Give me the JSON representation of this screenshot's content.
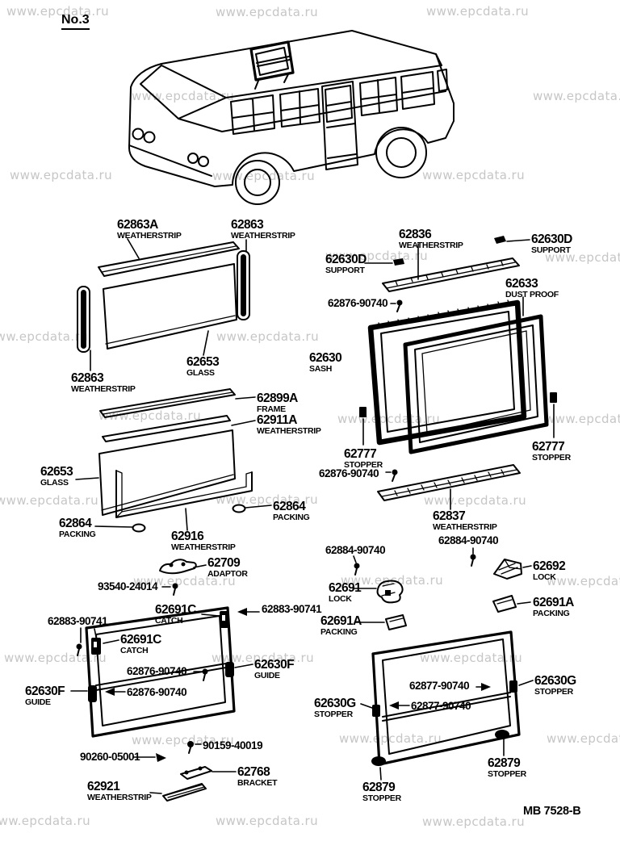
{
  "page": {
    "number": "No.3",
    "figure_code": "MB 7528-B",
    "watermark": "www.epcdata.ru"
  },
  "colors": {
    "background": "#ffffff",
    "line": "#000000",
    "watermark": "#c6c6c6"
  },
  "illustration": {
    "vehicle": "minibus line drawing, three-quarter front-left view, removable roof-mounted side window unit highlighted"
  },
  "parts": {
    "w62863A": {
      "code": "62863A",
      "desc": "WEATHERSTRIP"
    },
    "w62863_top": {
      "code": "62863",
      "desc": "WEATHERSTRIP"
    },
    "g62653_top": {
      "code": "62653",
      "desc": "GLASS"
    },
    "w62863_left": {
      "code": "62863",
      "desc": "WEATHERSTRIP"
    },
    "w62836": {
      "code": "62836",
      "desc": "WEATHERSTRIP"
    },
    "s62630D_right": {
      "code": "62630D",
      "desc": "SUPPORT"
    },
    "s62630D_left": {
      "code": "62630D",
      "desc": "SUPPORT"
    },
    "d62633": {
      "code": "62633",
      "desc": "DUST PROOF"
    },
    "b62876_1": {
      "code": "62876-90740"
    },
    "s62630": {
      "code": "62630",
      "desc": "SASH"
    },
    "st62777_left": {
      "code": "62777",
      "desc": "STOPPER"
    },
    "st62777_right": {
      "code": "62777",
      "desc": "STOPPER"
    },
    "b62876_2": {
      "code": "62876-90740"
    },
    "w62837": {
      "code": "62837",
      "desc": "WEATHERSTRIP"
    },
    "b62884_center": {
      "code": "62884-90740"
    },
    "b62884_left": {
      "code": "62884-90740"
    },
    "f62899A": {
      "code": "62899A",
      "desc": "FRAME"
    },
    "w62911A": {
      "code": "62911A",
      "desc": "WEATHERSTRIP"
    },
    "g62653_mid": {
      "code": "62653",
      "desc": "GLASS"
    },
    "p62864_left": {
      "code": "62864",
      "desc": "PACKING"
    },
    "p62864_right": {
      "code": "62864",
      "desc": "PACKING"
    },
    "w62916": {
      "code": "62916",
      "desc": "WEATHERSTRIP"
    },
    "a62709": {
      "code": "62709",
      "desc": "ADAPTOR"
    },
    "b93540": {
      "code": "93540-24014"
    },
    "l62691": {
      "code": "62691",
      "desc": "LOCK"
    },
    "l62692": {
      "code": "62692",
      "desc": "LOCK"
    },
    "p62691A_right": {
      "code": "62691A",
      "desc": "PACKING"
    },
    "p62691A_left": {
      "code": "62691A",
      "desc": "PACKING"
    },
    "c62691C_top": {
      "code": "62691C",
      "desc": "CATCH"
    },
    "b62883_right": {
      "code": "62883-90741"
    },
    "b62883_left": {
      "code": "62883-90741"
    },
    "c62691C_mid": {
      "code": "62691C",
      "desc": "CATCH"
    },
    "b62876_e1": {
      "code": "62876-90740"
    },
    "g62630F_right": {
      "code": "62630F",
      "desc": "GUIDE"
    },
    "b62876_e2": {
      "code": "62876-90740"
    },
    "g62630F_left": {
      "code": "62630F",
      "desc": "GUIDE"
    },
    "b90159": {
      "code": "90159-40019"
    },
    "b90260": {
      "code": "90260-05001"
    },
    "br62768": {
      "code": "62768",
      "desc": "BRACKET"
    },
    "w62921": {
      "code": "62921",
      "desc": "WEATHERSTRIP"
    },
    "b62877_upper": {
      "code": "62877-90740"
    },
    "st62630G_right": {
      "code": "62630G",
      "desc": "STOPPER"
    },
    "b62877_lower": {
      "code": "62877-90740"
    },
    "st62630G_left": {
      "code": "62630G",
      "desc": "STOPPER"
    },
    "st62879_right": {
      "code": "62879",
      "desc": "STOPPER"
    },
    "st62879_left": {
      "code": "62879",
      "desc": "STOPPER"
    }
  }
}
